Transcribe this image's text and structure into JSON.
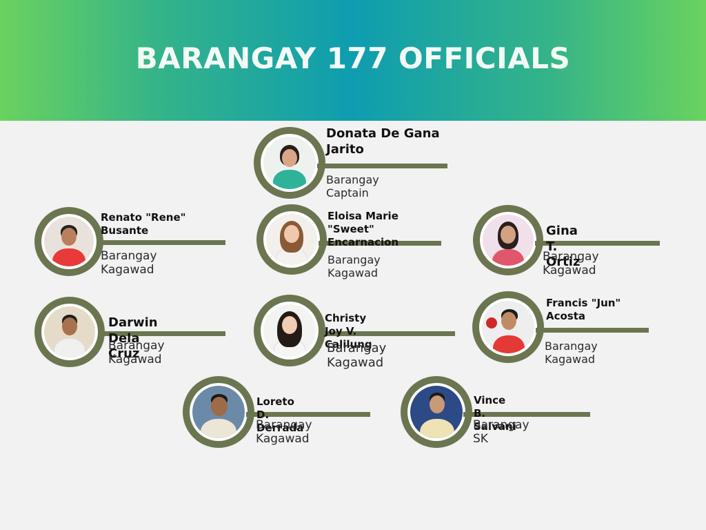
{
  "header": {
    "title": "BARANGAY 177 OFFICIALS"
  },
  "colors": {
    "ring": "#6b7550",
    "banner_left": "#6bd25f",
    "banner_center": "#0e9db0"
  },
  "officials": [
    {
      "name": "Donata De Gana Jarito",
      "role": "Barangay Captain",
      "photo_icon": "person-icon"
    },
    {
      "name": "Renato \"Rene\" Busante",
      "role": "Barangay Kagawad",
      "photo_icon": "person-icon"
    },
    {
      "name": "Eloisa Marie \"Sweet\" Encarnacion",
      "role": "Barangay Kagawad",
      "photo_icon": "person-icon"
    },
    {
      "name": "Gina T. Ortiz",
      "role": "Barangay Kagawad",
      "photo_icon": "person-icon"
    },
    {
      "name": "Darwin Dela Cruz",
      "role": "Barangay Kagawad",
      "photo_icon": "person-icon"
    },
    {
      "name": "Christy Joy V. Calilung",
      "role": "Barangay Kagawad",
      "photo_icon": "person-icon"
    },
    {
      "name": "Francis \"Jun\" Acosta",
      "role": "Barangay Kagawad",
      "photo_icon": "person-icon"
    },
    {
      "name": "Loreto D. Derrada",
      "role": "Barangay Kagawad",
      "photo_icon": "person-icon"
    },
    {
      "name": "Vince B. Salvani",
      "role": "Barangay SK",
      "photo_icon": "person-icon"
    }
  ]
}
